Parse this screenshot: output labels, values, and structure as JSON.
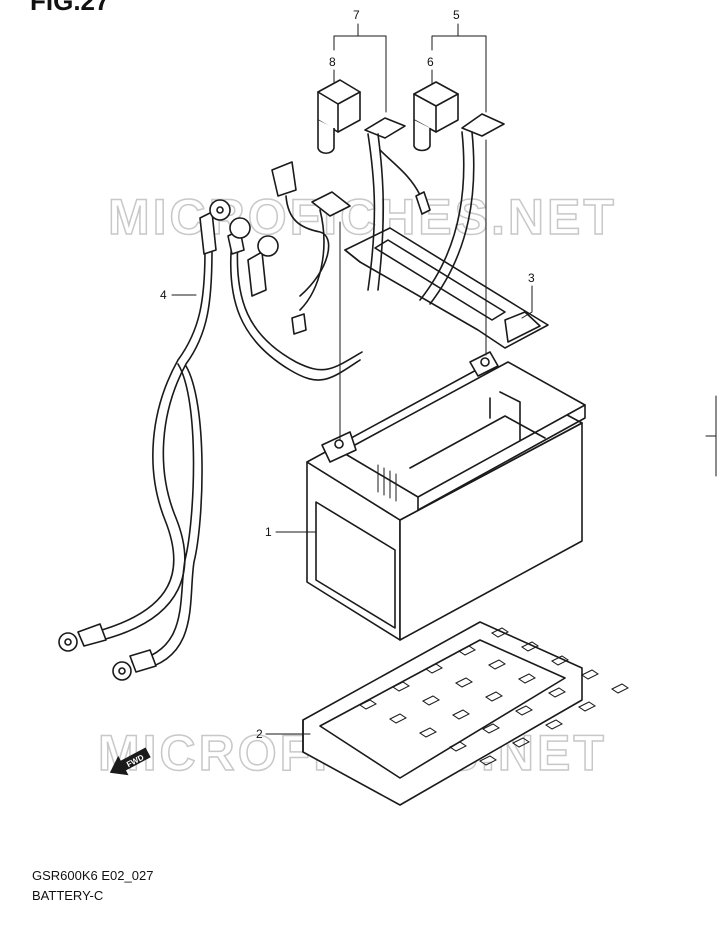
{
  "figure": {
    "title": "FIG.27"
  },
  "watermark": {
    "text": "MICROFICHES.NET"
  },
  "fwd_label": "FWD",
  "callouts": [
    "1",
    "2",
    "3",
    "4",
    "5",
    "6",
    "7",
    "8"
  ],
  "parts": [
    {
      "ref": "1",
      "icon": "battery-icon"
    },
    {
      "ref": "2",
      "icon": "battery-tray-icon"
    },
    {
      "ref": "3",
      "icon": "battery-band-icon"
    },
    {
      "ref": "4",
      "icon": "wiring-harness-icon"
    },
    {
      "ref": "5",
      "icon": "battery-cable-icon"
    },
    {
      "ref": "6",
      "icon": "terminal-cap-icon"
    },
    {
      "ref": "7",
      "icon": "battery-cable-icon"
    },
    {
      "ref": "8",
      "icon": "terminal-cap-icon"
    }
  ],
  "caption": {
    "code": "GSR600K6 E02_027",
    "title": "BATTERY-C"
  }
}
